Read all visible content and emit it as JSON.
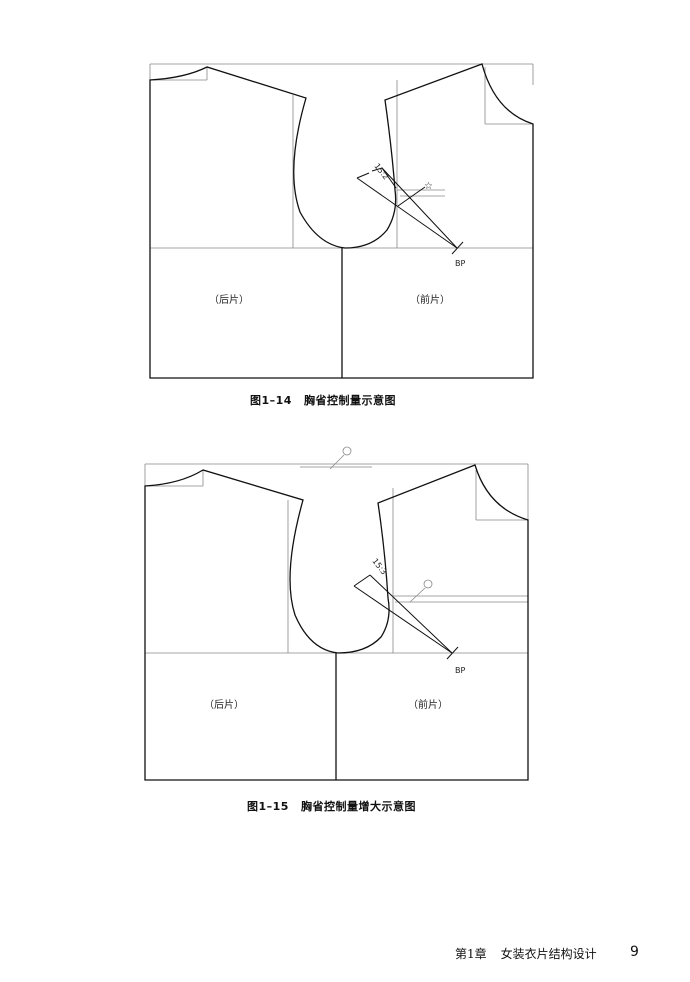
{
  "figure1": {
    "caption_number": "图1–14",
    "caption_title": "胸省控制量示意图",
    "back_label": "（后片）",
    "front_label": "（前片）",
    "dart_label": "15:2",
    "bp_label": "BP",
    "marker_symbol": "☆"
  },
  "figure2": {
    "caption_number": "图1–15",
    "caption_title": "胸省控制量增大示意图",
    "back_label": "（后片）",
    "front_label": "（前片）",
    "dart_label": "15:3",
    "bp_label": "BP"
  },
  "footer": {
    "chapter": "第1章",
    "title": "女装衣片结构设计",
    "page_number": "9"
  }
}
